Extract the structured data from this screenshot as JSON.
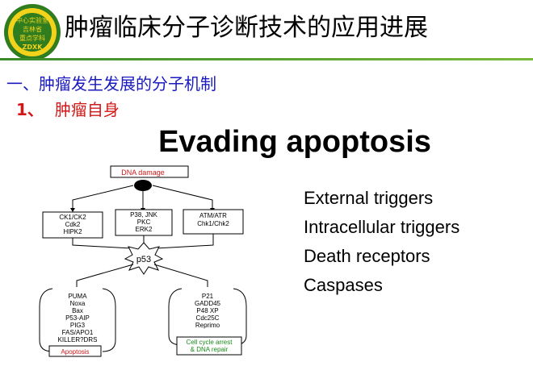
{
  "slide": {
    "title": "肿瘤临床分子诊断技术的应用进展",
    "section": "一、肿瘤发生发展的分子机制",
    "subsection_number": "1、",
    "subsection_label": "肿瘤自身",
    "heading": "Evading apoptosis"
  },
  "logo": {
    "line1": "中心实验室",
    "line2": "吉林省",
    "line3": "重点学科",
    "line4": "ZDXK",
    "color_ring": "#2f7d1f",
    "color_face": "#f2d21a"
  },
  "triggers": [
    "External triggers",
    "Intracellular triggers",
    "Death receptors",
    "Caspases"
  ],
  "diagram": {
    "top_label": "DNA damage",
    "kinases_left": [
      "CK1/CK2",
      "Cdk2",
      "HIPK2"
    ],
    "kinases_middle": [
      "P38, JNK",
      "PKC",
      "ERK2"
    ],
    "kinases_right": [
      "ATM/ATR",
      "Chk1/Chk2"
    ],
    "hub": "p53",
    "apoptosis_genes": [
      "PUMA",
      "Noxa",
      "Bax",
      "P53-AIP",
      "PIG3",
      "FAS/APO1",
      "KILLER?DRS"
    ],
    "apoptosis_label": "Apoptosis",
    "arrest_genes": [
      "P21",
      "GADD45",
      "P48 XP",
      "Cdc25C",
      "Reprimo"
    ],
    "arrest_label_1": "Cell cycle arrest",
    "arrest_label_2": "& DNA repair",
    "color_damage": "#d01818",
    "color_arrest": "#1a8a1a"
  }
}
